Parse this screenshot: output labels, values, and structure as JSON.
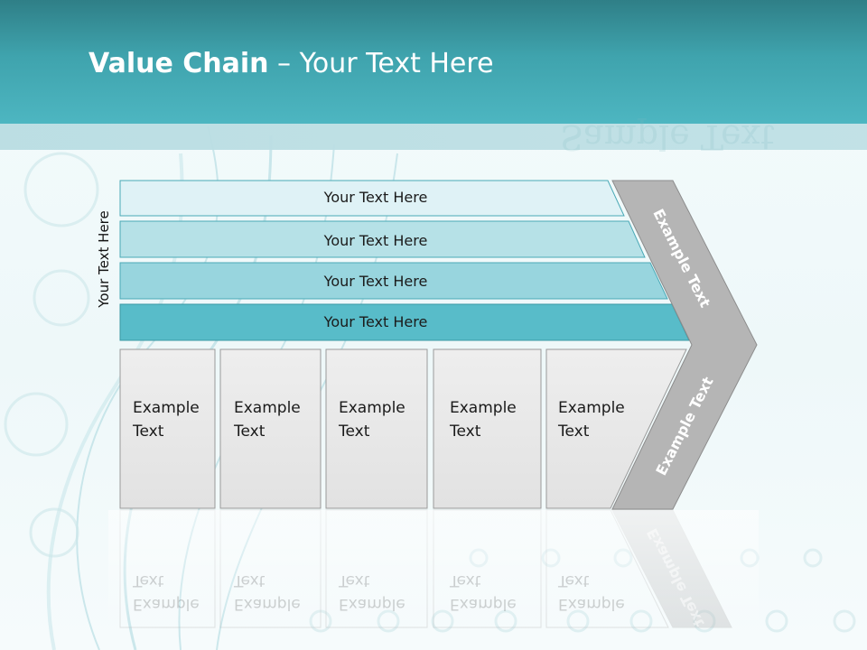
{
  "title": {
    "bold": "Value Chain",
    "rest": " – Your Text Here"
  },
  "watermark": "Sample Text",
  "side_label": "Your Text Here",
  "bars": [
    {
      "label": "Your Text Here",
      "color": "#dff2f6"
    },
    {
      "label": "Your Text Here",
      "color": "#b6e1e7"
    },
    {
      "label": "Your Text Here",
      "color": "#98d5de"
    },
    {
      "label": "Your Text Here",
      "color": "#58bcc9"
    }
  ],
  "columns": [
    {
      "line1": "Example",
      "line2": "Text"
    },
    {
      "line1": "Example",
      "line2": "Text"
    },
    {
      "line1": "Example",
      "line2": "Text"
    },
    {
      "line1": "Example",
      "line2": "Text"
    },
    {
      "line1": "Example",
      "line2": "Text"
    }
  ],
  "chevron": {
    "top_label": "Example Text",
    "bottom_label": "Example Text",
    "color": "#b5b5b5"
  },
  "colors": {
    "header": "#3fa3ad",
    "column_fill": "#e6e6e6",
    "column_stroke": "#9a9a9a"
  }
}
